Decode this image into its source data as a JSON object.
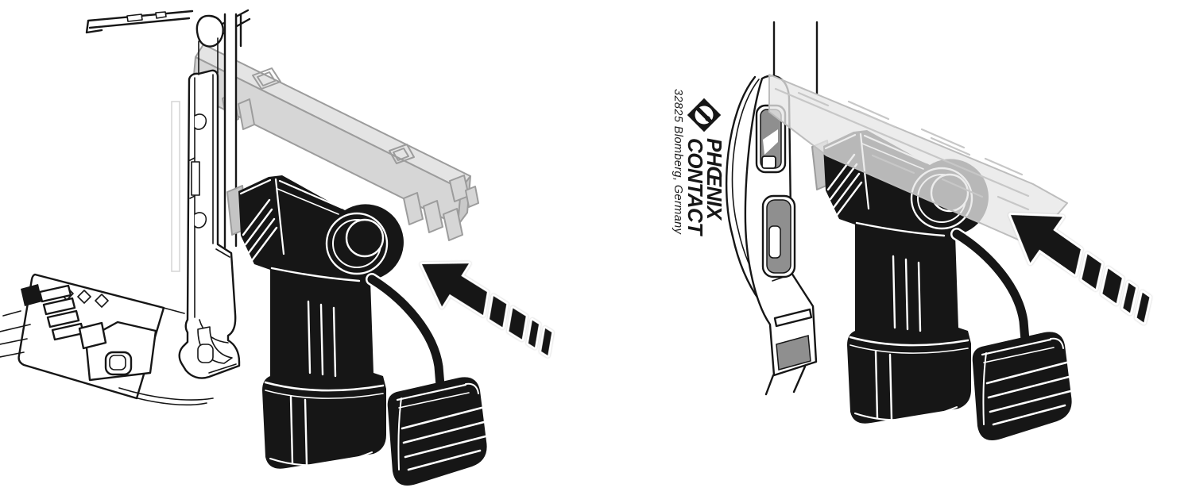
{
  "figure": {
    "kind": "installation-illustration",
    "panels": [
      {
        "id": "left",
        "name": "side-view-plugging-adapter-onto-din-device"
      },
      {
        "id": "right",
        "name": "front-view-plugging-adapter-into-device-face"
      }
    ]
  },
  "branding": {
    "logo_line1": "PHŒNIX",
    "logo_line2": "CONTACT",
    "address": "32825 Blomberg, Germany"
  },
  "colors": {
    "ink": "#161616",
    "paper": "#ffffff",
    "bus_connector_gray": "#d6d6d6",
    "translucent_cover_gray": "#e7e7e7",
    "slot_gray": "#8f8f8f",
    "usb_tip_gray": "#c4c4c4",
    "outline_gray": "#9c9c9c"
  },
  "icons": [
    {
      "name": "push-direction-arrow",
      "glyph": "black striped 3D arrow pointing up-left"
    },
    {
      "name": "phoenix-contact-diamond-icon",
      "glyph": "diamond trademark with circle and bar"
    }
  ]
}
